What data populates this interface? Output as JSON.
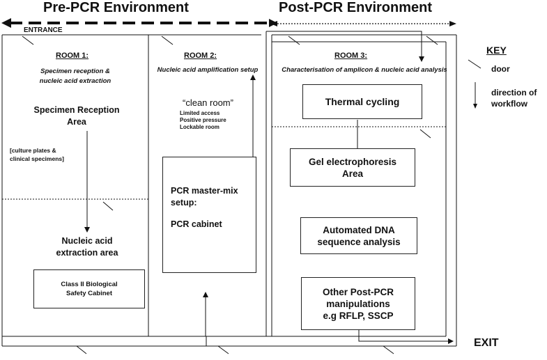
{
  "environments": {
    "pre": "Pre-PCR Environment",
    "post": "Post-PCR Environment"
  },
  "entrance": "ENTRANCE",
  "exit": "EXIT",
  "room1": {
    "title": "ROOM 1:",
    "subtitle_line1": "Specimen reception &",
    "subtitle_line2": "nucleic acid extraction",
    "reception_line1": "Specimen Reception",
    "reception_line2": "Area",
    "note_line1": "[culture plates &",
    "note_line2": "clinical specimens]",
    "extraction_line1": "Nucleic acid",
    "extraction_line2": "extraction area",
    "cabinet_line1": "Class II Biological",
    "cabinet_line2": "Safety Cabinet"
  },
  "room2": {
    "title": "ROOM  2:",
    "subtitle": "Nucleic acid amplification setup",
    "clean_room": "“clean room”",
    "clean_line1": "Limited access",
    "clean_line2": "Positive pressure",
    "clean_line3": "Lockable room",
    "mastermix_line1": "PCR master-mix",
    "mastermix_line2": "setup:",
    "cabinet": "PCR cabinet"
  },
  "room3": {
    "title": "ROOM 3:",
    "subtitle": "Characterisation of amplicon & nucleic acid analysis",
    "thermal": "Thermal cycling",
    "gel_line1": "Gel electrophoresis",
    "gel_line2": "Area",
    "seq_line1": "Automated DNA",
    "seq_line2": "sequence analysis",
    "other_line1": "Other Post-PCR",
    "other_line2": "manipulations",
    "other_line3": "e.g RFLP, SSCP"
  },
  "key": {
    "title": "KEY",
    "door": "door",
    "direction_line1": "direction of",
    "direction_line2": "workflow"
  }
}
